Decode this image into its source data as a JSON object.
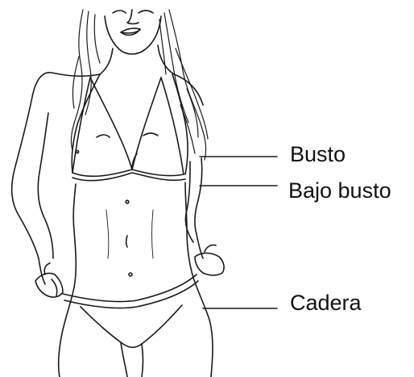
{
  "colors": {
    "ink": "#1a1a1a",
    "label": "#111111",
    "background": "#ffffff"
  },
  "labels": {
    "bust": "Busto",
    "underbust": "Bajo busto",
    "hip": "Cadera"
  }
}
